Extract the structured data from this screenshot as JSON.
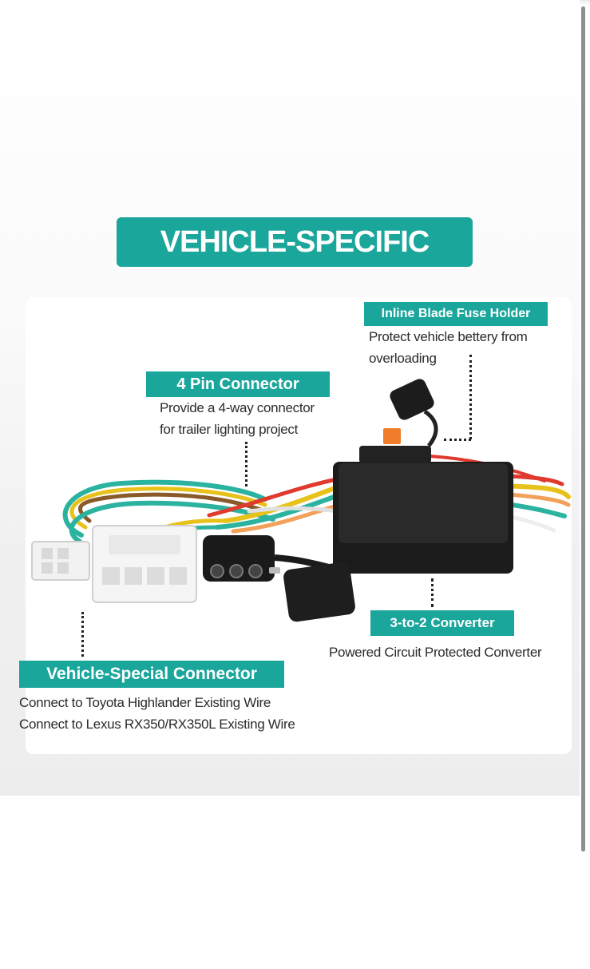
{
  "title": "VEHICLE-SPECIFIC",
  "callouts": {
    "fuse": {
      "label": "Inline Blade Fuse Holder",
      "lines": [
        "Protect vehicle bettery from",
        "overloading"
      ]
    },
    "pin4": {
      "label": "4 Pin Connector",
      "lines": [
        "Provide a 4-way connector",
        "for trailer lighting project"
      ]
    },
    "converter": {
      "label": "3-to-2 Converter",
      "lines": [
        "Powered Circuit Protected Converter"
      ]
    },
    "vehicle": {
      "label": "Vehicle-Special Connector",
      "lines": [
        "Connect to Toyota Highlander Existing Wire",
        "Connect to Lexus RX350/RX350L  Existing Wire"
      ]
    }
  },
  "colors": {
    "accent": "#1aa69b",
    "wire_green": "#2bb3a0",
    "wire_yellow": "#e8c21a",
    "wire_brown": "#8a5a2b",
    "wire_red": "#e03a2f",
    "wire_white": "#f2f2f2",
    "fuse_orange": "#f07d2a"
  },
  "icons": [
    "wiring-harness-image",
    "fuse-holder-icon",
    "converter-box-icon"
  ]
}
